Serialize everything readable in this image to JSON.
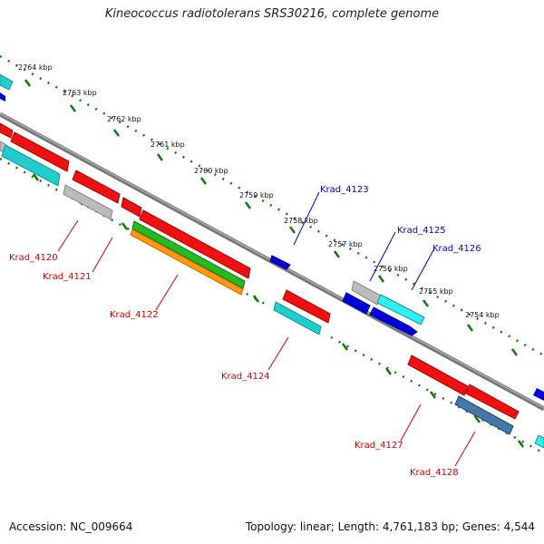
{
  "title": "Kineococcus radiotolerans SRS30216, complete genome",
  "footer": {
    "accession": "Accession: NC_009664",
    "summary": "Topology: linear; Length: 4,761,183 bp; Genes: 4,544"
  },
  "ruler": {
    "labels": [
      "2764 kbp",
      "2763 kbp",
      "2762 kbp",
      "2761 kbp",
      "2760 kbp",
      "2759 kbp",
      "2758 kbp",
      "2757 kbp",
      "2756 kbp",
      "2755 kbp",
      "2754 kbp"
    ]
  },
  "gene_labels": {
    "red": [
      "Krad_4120",
      "Krad_4121",
      "Krad_4122",
      "Krad_4124",
      "Krad_4127",
      "Krad_4128"
    ],
    "blue": [
      "Krad_4123",
      "Krad_4125",
      "Krad_4126"
    ]
  },
  "colors": {
    "red": "#ee1111",
    "blue": "#0000dd",
    "cyan": "#22cccc",
    "lightcyan": "#33eeee",
    "gray": "#bbbbbb",
    "green": "#22bb22",
    "orange": "#ff9911",
    "steelblue": "#4477aa",
    "ruler": "#117711",
    "backbone": "#888888",
    "label_red": "#cc0000",
    "label_blue": "#0000bb"
  }
}
